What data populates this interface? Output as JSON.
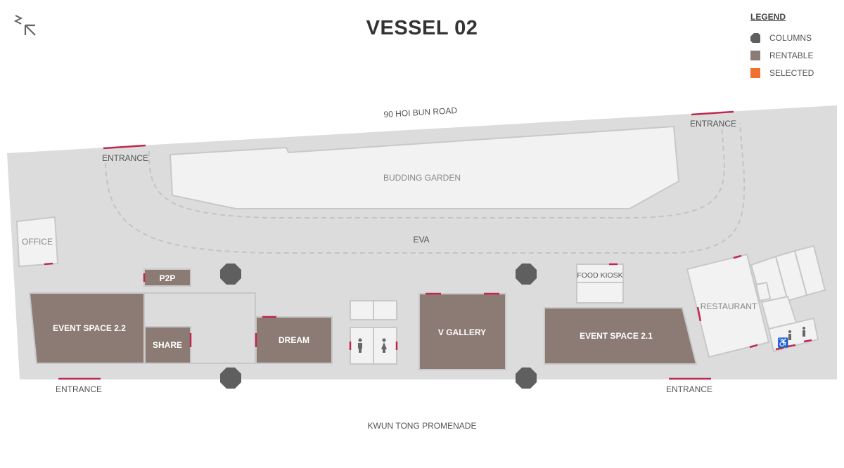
{
  "title": "VESSEL 02",
  "legend": {
    "heading": "LEGEND",
    "items": [
      {
        "label": "COLUMNS",
        "color": "#5f5f5f",
        "shape": "octagon"
      },
      {
        "label": "RENTABLE",
        "color": "#8c7b74",
        "shape": "square"
      },
      {
        "label": "SELECTED",
        "color": "#f07030",
        "shape": "square"
      }
    ]
  },
  "map": {
    "roads": {
      "north": "90 HOI BUN ROAD",
      "south": "KWUN TONG PROMENADE"
    },
    "entrances": [
      "ENTRANCE",
      "ENTRANCE",
      "ENTRANCE",
      "ENTRANCE"
    ],
    "areas": {
      "garden": "BUDDING GARDEN",
      "eva": "EVA",
      "office": "OFFICE",
      "food_kiosk": "FOOD KIOSK",
      "restaurant": "RESTAURANT"
    },
    "rentable": {
      "p2p": "P2P",
      "event_22": "EVENT SPACE 2.2",
      "share": "SHARE",
      "dream": "DREAM",
      "v_gallery": "V GALLERY",
      "event_21": "EVENT SPACE 2.1"
    }
  }
}
